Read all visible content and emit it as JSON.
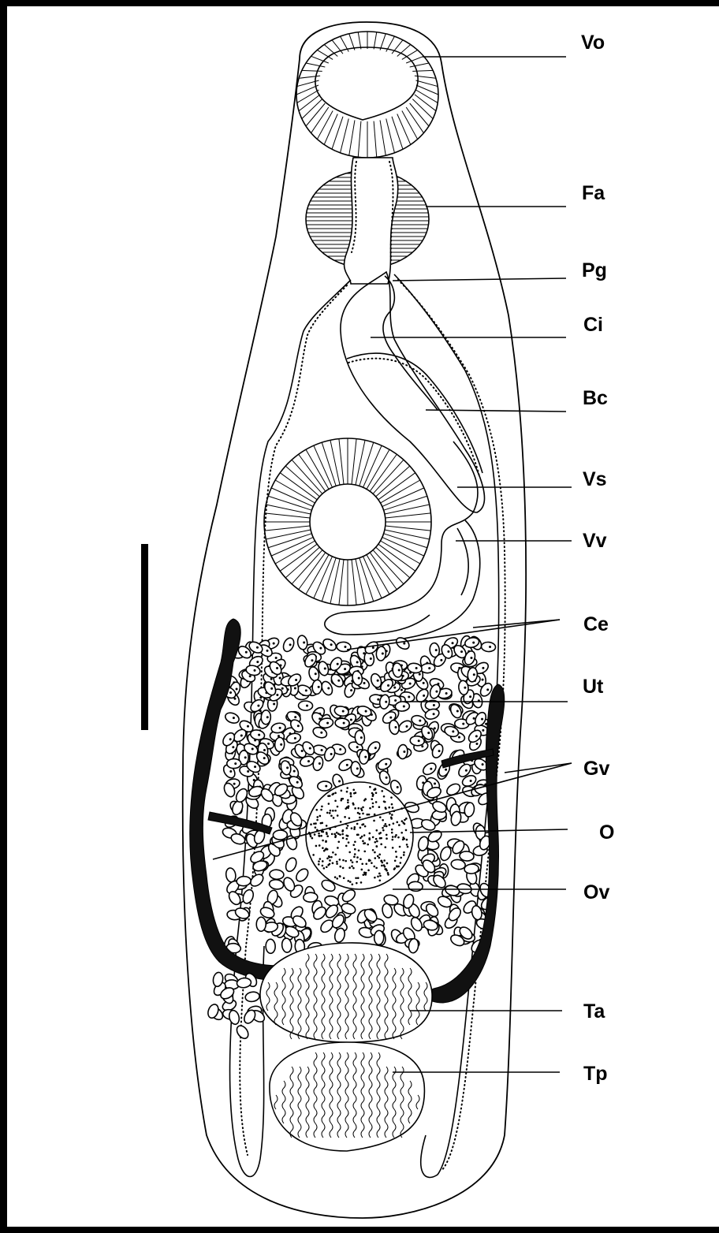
{
  "labels": [
    {
      "id": "vo",
      "text": "Vo"
    },
    {
      "id": "fa",
      "text": "Fa"
    },
    {
      "id": "pg",
      "text": "Pg"
    },
    {
      "id": "ci",
      "text": "Ci"
    },
    {
      "id": "bc",
      "text": "Bc"
    },
    {
      "id": "vs",
      "text": "Vs"
    },
    {
      "id": "vv",
      "text": "Vv"
    },
    {
      "id": "ce",
      "text": "Ce"
    },
    {
      "id": "ut",
      "text": "Ut"
    },
    {
      "id": "gv",
      "text": "Gv"
    },
    {
      "id": "o",
      "text": "O"
    },
    {
      "id": "ov",
      "text": "Ov"
    },
    {
      "id": "ta",
      "text": "Ta"
    },
    {
      "id": "tp",
      "text": "Tp"
    }
  ]
}
